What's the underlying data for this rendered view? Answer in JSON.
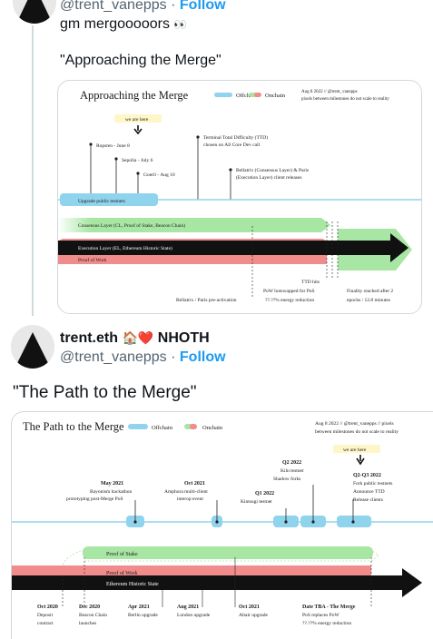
{
  "tweet1": {
    "handle": "@trent_vanepps",
    "follow": "Follow",
    "text": "gm mergooooors",
    "emoji": "👀",
    "quote": "\"Approaching the Merge\"",
    "image": {
      "title": "Approaching the Merge",
      "legend": {
        "offchain": "Offchain",
        "onchain": "Onchain"
      },
      "note_line1": "Aug 8 2022 // @trent_vanepps",
      "note_line2": "pixels between milestones do not scale to reality",
      "we_are_here": "we are here",
      "ropsten": "Ropsten - June 8",
      "sepolia": "Sepolia - July 6",
      "goerli": "Goerli - Aug 10",
      "ttd_line1": "Terminal Total Difficulty (TTD)",
      "ttd_line2": "chosen on All Core Dev call",
      "bellatrix_line1": "Bellatrix (Consensus Layer) & Paris",
      "bellatrix_line2": "(Execution Layer) client releases",
      "upgrade_testnets": "Upgrade public testnets",
      "consensus_layer": "Consensus Layer (CL, Proof of Stake, Beacon Chain)",
      "execution_layer": "Execution Layer (EL, Ethereum Historic State)",
      "proof_of_work": "Proof of Work",
      "bottom_bellatrix": "Bellatrix / Paris pre-activation",
      "ttd_hits": "TTD hits",
      "pow_hotswapped": "PoW hotswapped for PoS",
      "energy": "??.??% energy reduction",
      "finality_line1": "Finality reached after 2",
      "finality_line2": "epochs / 12.8 minutes"
    }
  },
  "tweet2": {
    "display_name": "trent.eth",
    "name_emojis": "🏠❤️",
    "name_suffix": "NHOTH",
    "handle": "@trent_vanepps",
    "dot": "·",
    "follow": "Follow",
    "text": "\"The Path to the Merge\"",
    "image": {
      "title": "The Path to the Merge",
      "legend": {
        "offchain": "Offchain",
        "onchain": "Onchain"
      },
      "note_line1": "Aug 8 2022 // @trent_vanepps // pixels",
      "note_line2": "between milestones do not scale to reality",
      "we_are_here": "we are here",
      "may2021_title": "May 2021",
      "may2021_line1": "Rayonism hackathon",
      "may2021_line2": "prototyping post-Merge PoS",
      "oct2021a_title": "Oct 2021",
      "oct2021a_line1": "Amphora multi-client",
      "oct2021a_line2": "interop event",
      "q2_2022_title": "Q2 2022",
      "q2_2022_line1": "Kiln testnet",
      "q2_2022_line2": "Shadow forks",
      "q1_2022_title": "Q1 2022",
      "q1_2022_line1": "Kintsugi testnet",
      "q2q3_title": "Q2-Q3 2022",
      "q2q3_line1": "Fork public testnets",
      "q2q3_line2": "Announce TTD",
      "q2q3_line3": "Release clients",
      "proof_of_stake": "Proof of Stake",
      "proof_of_work": "Proof of Work",
      "historic_state": "Ethereum Historic State",
      "oct2020_title": "Oct 2020",
      "oct2020_line1": "Deposit",
      "oct2020_line2": "contract",
      "dec2020_title": "Dec 2020",
      "dec2020_line1": "Beacon Chain",
      "dec2020_line2": "launches",
      "apr2021_title": "Apr 2021",
      "apr2021_line1": "Berlin upgrade",
      "aug2021_title": "Aug 2021",
      "aug2021_line1": "London upgrade",
      "oct2021b_title": "Oct 2021",
      "oct2021b_line1": "Altair upgrade",
      "merge_title": "Date TBA - The Merge",
      "merge_line1": "PoS replaces PoW",
      "merge_line2": "??.??% energy reduction"
    }
  },
  "colors": {
    "offchain": "#8fd3ec",
    "onchain_green": "#a8e6a3",
    "onchain_red": "#f08c8c",
    "accent": "#1d9bf0"
  }
}
